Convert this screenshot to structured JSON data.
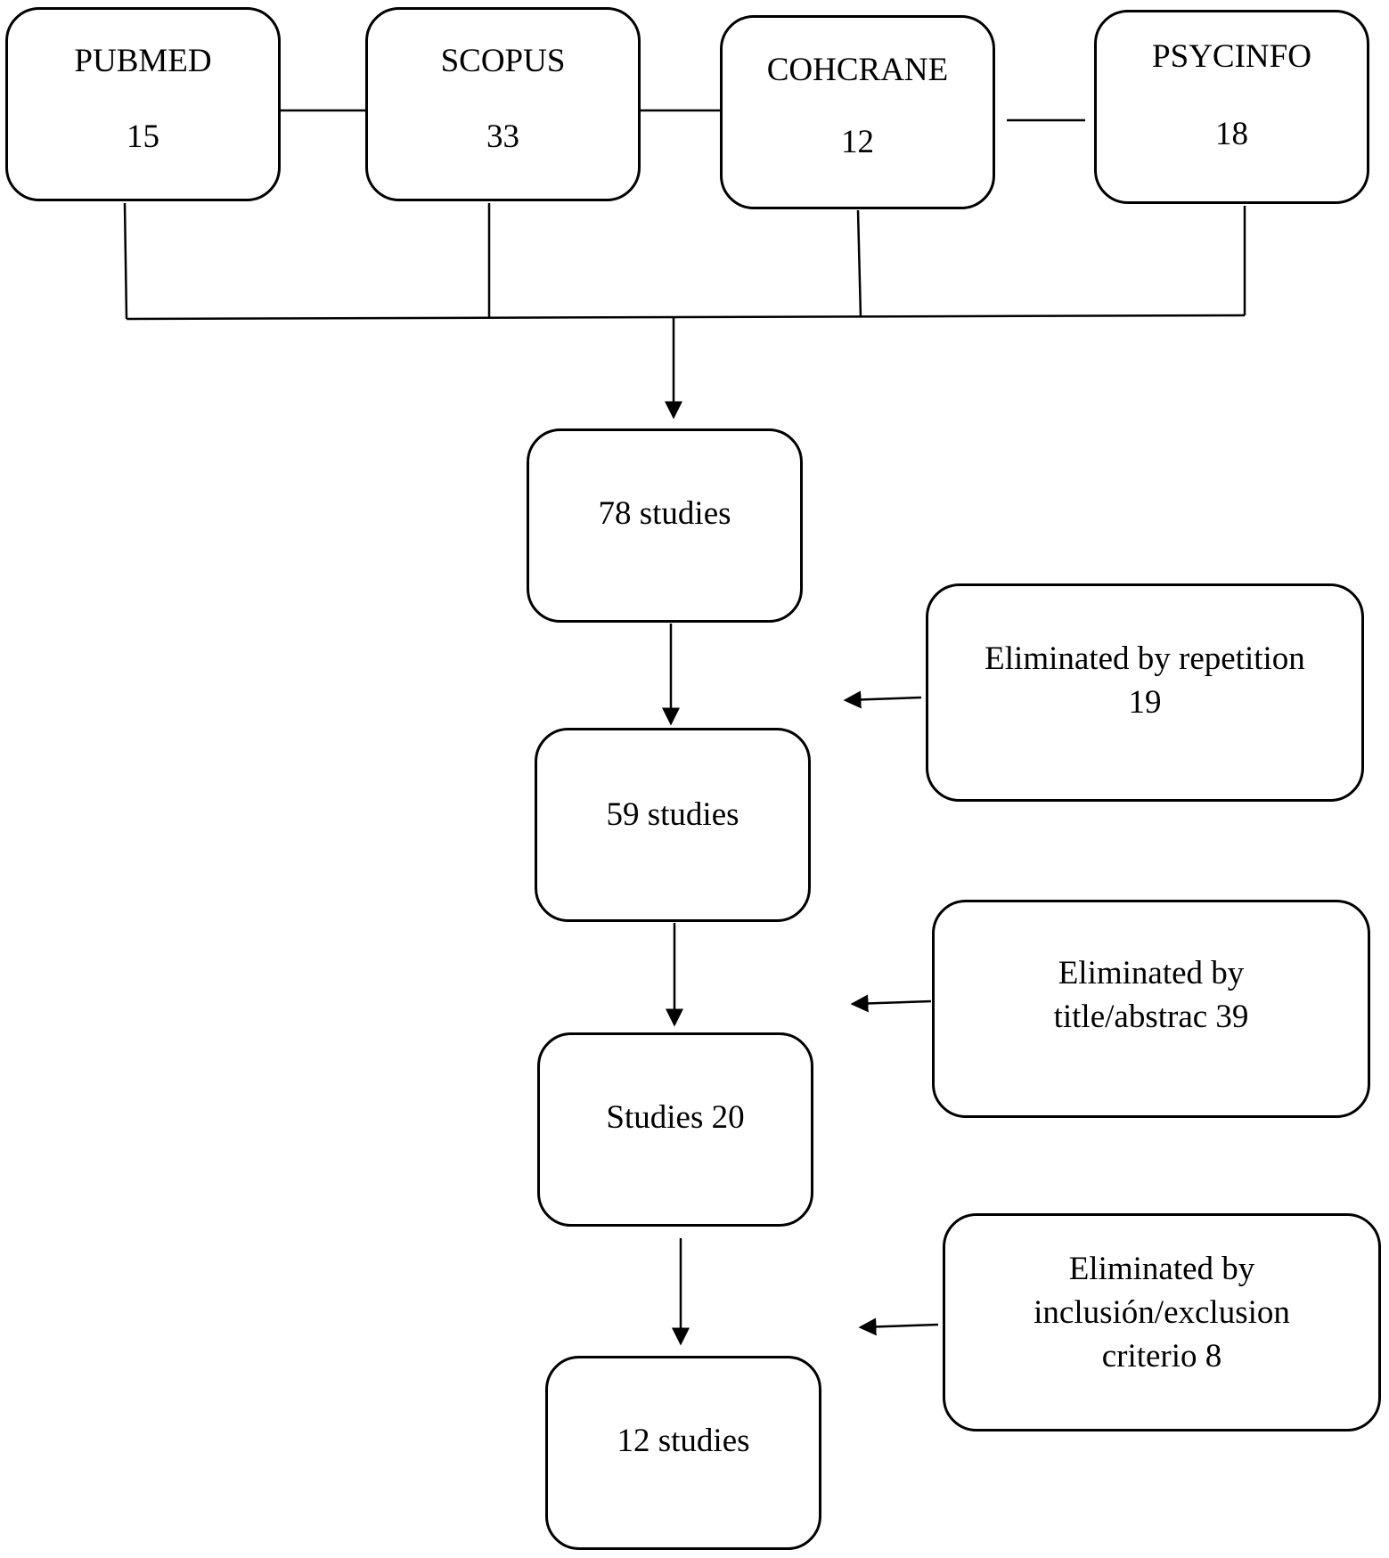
{
  "sources": [
    {
      "name": "PUBMED",
      "count": "15"
    },
    {
      "name": "SCOPUS",
      "count": "33"
    },
    {
      "name": "COHCRANE",
      "count": "12"
    },
    {
      "name": "PSYCINFO",
      "count": "18"
    }
  ],
  "flow": [
    {
      "label": "78 studies"
    },
    {
      "label": "59 studies"
    },
    {
      "label": "Studies 20"
    },
    {
      "label": "12 studies"
    }
  ],
  "exclusions": [
    {
      "lines": [
        "Eliminated by repetition",
        "19"
      ]
    },
    {
      "lines": [
        "Eliminated by",
        "title/abstrac 39"
      ]
    },
    {
      "lines": [
        "Eliminated by",
        "inclusión/exclusion",
        "criterio 8"
      ]
    }
  ],
  "colors": {
    "line": "#000000",
    "background": "#ffffff"
  }
}
